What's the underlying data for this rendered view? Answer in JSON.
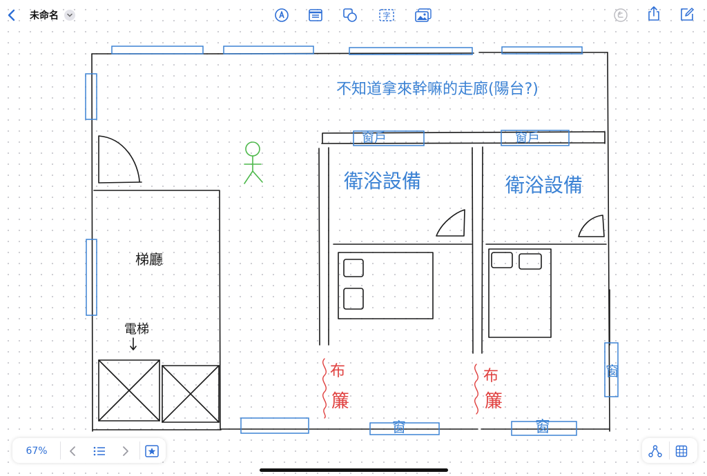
{
  "app": {
    "document_title": "未命名",
    "accent_color": "#2e6fd6"
  },
  "toolbar": {
    "left": [
      "back-icon",
      "chevron-down-icon"
    ],
    "center": [
      "pen-icon",
      "text-box-icon",
      "shapes-icon",
      "text-icon",
      "photo-icon"
    ],
    "right": [
      "undo-icon",
      "share-icon",
      "compose-icon"
    ],
    "text_tool_glyph": "字"
  },
  "canvas": {
    "stroke_colors": {
      "black": "#1a1a1a",
      "blue": "#3b82d4",
      "green": "#4cb84a",
      "red": "#e0403f"
    },
    "annotations": {
      "corridor": "不知道拿來幹嘛的走廊(陽台?)",
      "window_left": "窗戶",
      "window_right": "窗戶",
      "bath_left": "衛浴設備",
      "bath_right": "衛浴設備",
      "stair_hall": "梯廳",
      "elevator": "電梯",
      "curtain_left_1": "布",
      "curtain_left_2": "簾",
      "curtain_right_1": "布",
      "curtain_right_2": "簾",
      "window_bottom_left": "窗",
      "window_bottom_right": "窗",
      "window_side": "窗"
    }
  },
  "bottom_bar": {
    "zoom": "67%",
    "nav_icons": [
      "chevron-left-icon",
      "list-icon",
      "chevron-right-icon",
      "favorite-icon"
    ],
    "right_icons": [
      "connections-icon",
      "grid-icon"
    ]
  }
}
